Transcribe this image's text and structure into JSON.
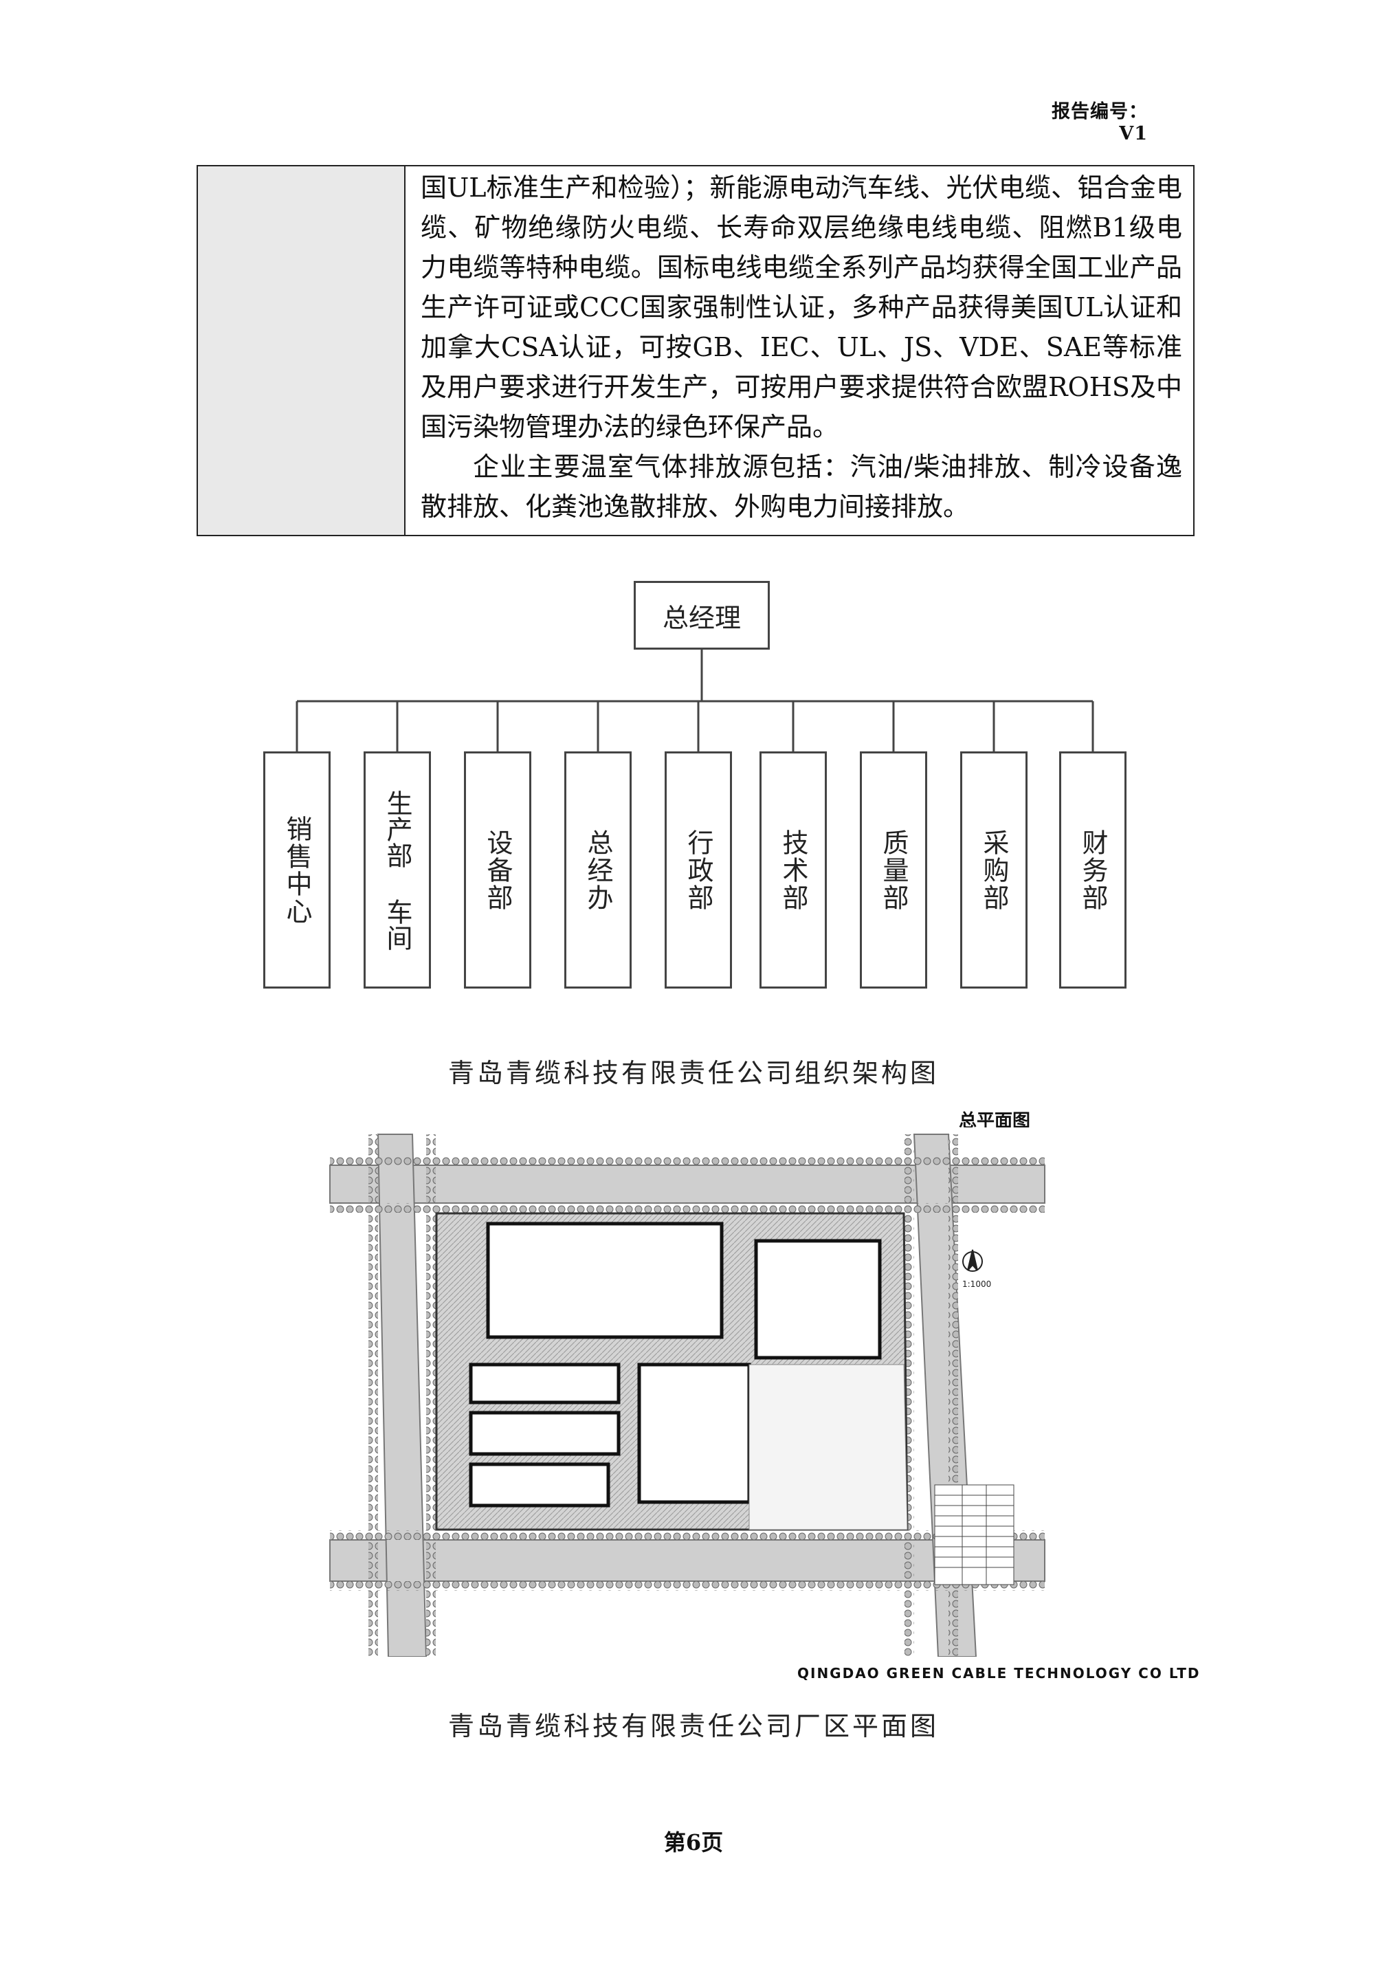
{
  "header": {
    "report_number": "报告编号：V1"
  },
  "info_table": {
    "paragraph1": "国UL标准生产和检验）；新能源电动汽车线、光伏电缆、铝合金电缆、矿物绝缘防火电缆、长寿命双层绝缘电线电缆、阻燃B1级电力电缆等特种电缆。国标电线电缆全系列产品均获得全国工业产品生产许可证或CCC国家强制性认证，多种产品获得美国UL认证和加拿大CSA认证，可按GB、IEC、UL、JS、VDE、SAE等标准及用户要求进行开发生产，可按用户要求提供符合欧盟ROHS及中国污染物管理办法的绿色环保产品。",
    "paragraph2": "企业主要温室气体排放源包括：汽油/柴油排放、制冷设备逸散排放、化粪池逸散排放、外购电力间接排放。"
  },
  "org_chart": {
    "root": "总经理",
    "departments": [
      "销售中心",
      "生产部 车间",
      "设备部",
      "总经办",
      "行政部",
      "技术部",
      "质量部",
      "采购部",
      "财务部"
    ],
    "caption": "青岛青缆科技有限责任公司组织架构图"
  },
  "site_plan": {
    "title": "总平面图",
    "scale": "1:1000",
    "company_en": "QINGDAO GREEN CABLE TECHNOLOGY CO LTD",
    "caption": "青岛青缆科技有限责任公司厂区平面图"
  },
  "footer": {
    "page": "第6页"
  }
}
